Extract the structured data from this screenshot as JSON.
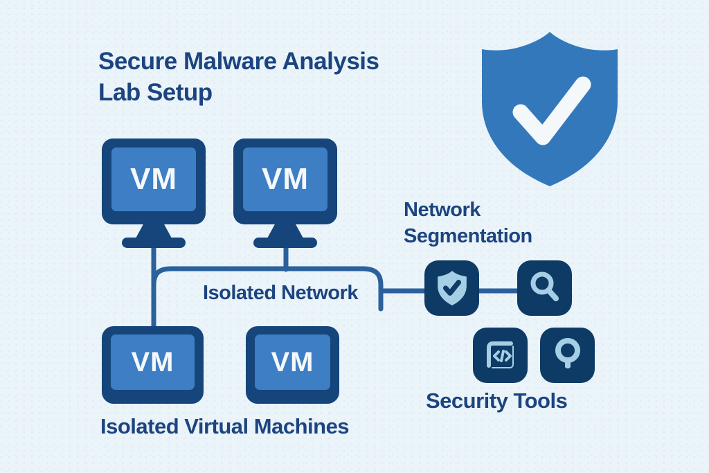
{
  "title": {
    "line1": "Secure Malware Analysis",
    "line2": "Lab Setup"
  },
  "diagram": {
    "vms": [
      {
        "label": "VM"
      },
      {
        "label": "VM"
      },
      {
        "label": "VM"
      },
      {
        "label": "VM"
      }
    ],
    "isolated_network_label": "Isolated Network",
    "network_segmentation": {
      "line1": "Network",
      "line2": "Segmentation"
    },
    "security_tools_label": "Security Tools",
    "isolated_vms_label": "Isolated Virtual Machines"
  },
  "icons": {
    "big_shield": "shield-check-icon",
    "segmentation_tiles": [
      "shield-badge-icon",
      "magnifier-icon"
    ],
    "security_tool_tiles": [
      "code-window-icon",
      "round-pin-icon"
    ]
  },
  "colors": {
    "background": "#eaf4f9",
    "navy_text": "#1c4480",
    "shape_navy": "#15457a",
    "icon_navy": "#0e3a66",
    "accent_blue": "#3478bc",
    "screen_blue": "#3d7ec4",
    "light_blue": "#a6cfe5",
    "line_blue": "#2a619c",
    "white": "#f4f8fb"
  }
}
